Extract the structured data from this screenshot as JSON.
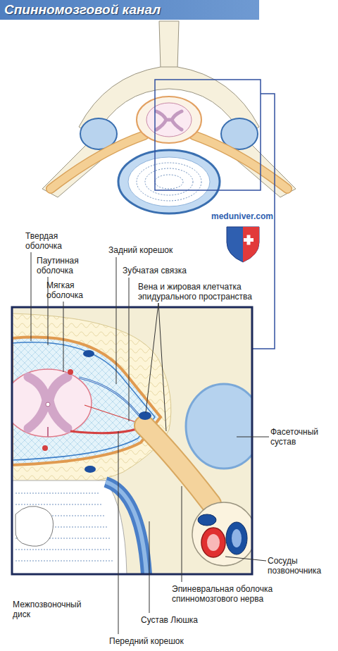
{
  "diagram": {
    "title": "Спинномозговой канал",
    "labels": [
      "Твердая оболочка",
      "Паутинная оболочка",
      "Мягкая оболочка",
      "Задний корешок",
      "Зубчатая связка",
      "Вена и жировая клетчатка эпидурального пространства",
      "Фасеточный сустав",
      "Сосуды позвоночника",
      "Эпиневральная оболочка спинномозгового нерва",
      "Межпозвоночный диск",
      "Сустав Люшка",
      "Передний корешок",
      "meduniver.com"
    ]
  }
}
